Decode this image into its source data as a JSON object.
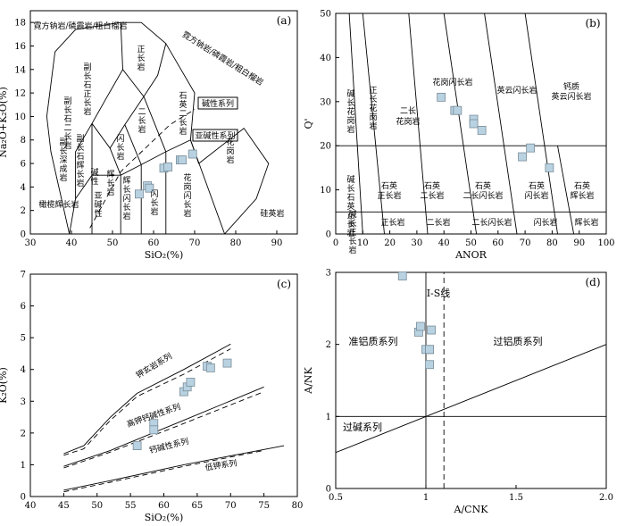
{
  "chart_data": [
    {
      "panel": "(a)",
      "type": "scatter",
      "xlabel": "SiO₂(%)",
      "ylabel": "Na₂O+K₂O(%)",
      "xlim": [
        30,
        95
      ],
      "ylim": [
        0,
        19
      ],
      "xticks": [
        30,
        40,
        50,
        60,
        70,
        80,
        90
      ],
      "yticks": [
        0,
        2,
        4,
        6,
        8,
        10,
        12,
        14,
        16,
        18
      ],
      "x": [
        56.5,
        58.5,
        59.0,
        62.5,
        63.5,
        66.5,
        67.0,
        69.5
      ],
      "y": [
        3.4,
        4.1,
        3.9,
        5.6,
        5.7,
        6.3,
        6.3,
        6.8
      ],
      "field_labels": [
        "霓方钠岩/磷霞岩/粗白榴岩",
        "副长石正长岩",
        "副长石二长岩",
        "副长石闪长岩",
        "副长深成岩",
        "副长石辉长岩",
        "正长岩",
        "石英二长岩",
        "二长岩",
        "二长闪长岩",
        "二长辉长岩",
        "辉长闪长岩",
        "闪长岩",
        "花岗闪长岩",
        "花岗岩",
        "橄榄辉长岩",
        "碱性",
        "亚碱性",
        "辉长岩",
        "硅英岩",
        "霓方钠岩/磷霞岩/粗白榴岩",
        "碱性系列",
        "亚碱性系列"
      ]
    },
    {
      "panel": "(b)",
      "type": "scatter",
      "xlabel": "ANOR",
      "ylabel": "Q'",
      "xlim": [
        0,
        100
      ],
      "ylim": [
        0,
        50
      ],
      "xticks": [
        0,
        10,
        20,
        30,
        40,
        50,
        60,
        70,
        80,
        90,
        100
      ],
      "yticks": [
        0,
        10,
        20,
        30,
        40,
        50
      ],
      "x": [
        39,
        44,
        45,
        51,
        51,
        54,
        69,
        72,
        79
      ],
      "y": [
        31,
        28,
        28,
        26,
        25,
        23.5,
        17.5,
        19.5,
        15
      ],
      "field_labels": [
        "碱长花岗岩",
        "正长花岗岩",
        "二长花岗岩",
        "花岗闪长岩",
        "英云闪长岩",
        "钙质英云闪长岩",
        "碱长石英正长岩",
        "石英正长岩",
        "石英二长岩",
        "石英二长闪长岩",
        "石英闪长岩",
        "石英辉长岩",
        "碱长正长岩",
        "正长岩",
        "二长岩",
        "二长闪长岩",
        "闪长岩",
        "辉长岩"
      ]
    },
    {
      "panel": "(c)",
      "type": "scatter",
      "xlabel": "SiO₂(%)",
      "ylabel": "K₂O(%)",
      "xlim": [
        40,
        80
      ],
      "ylim": [
        0,
        7
      ],
      "xticks": [
        40,
        45,
        50,
        55,
        60,
        65,
        70,
        75,
        80
      ],
      "yticks": [
        0,
        1,
        2,
        3,
        4,
        5,
        6,
        7
      ],
      "x": [
        56.0,
        58.5,
        58.5,
        63.0,
        63.5,
        64.0,
        66.5,
        67.0,
        69.5
      ],
      "y": [
        1.6,
        2.3,
        2.1,
        3.3,
        3.45,
        3.6,
        4.1,
        4.05,
        4.2
      ],
      "series_labels": [
        "钾玄岩系列",
        "高钾钙碱性系列",
        "钙碱性系列",
        "低钾系列"
      ]
    },
    {
      "panel": "(d)",
      "type": "scatter",
      "xlabel": "A/CNK",
      "ylabel": "A/NK",
      "xlim": [
        0.5,
        2.0
      ],
      "ylim": [
        0,
        3
      ],
      "xticks": [
        "0.5",
        "1",
        "1.5",
        "2.0"
      ],
      "yticks": [
        "0",
        "1",
        "2",
        "3"
      ],
      "x": [
        0.87,
        0.96,
        0.97,
        1.0,
        1.02,
        1.02,
        1.03,
        1.02
      ],
      "y": [
        2.95,
        2.17,
        2.25,
        1.93,
        1.93,
        1.72,
        2.2,
        1.93
      ],
      "field_labels": [
        "准铝质系列",
        "过铝质系列",
        "过碱系列",
        "I-S线"
      ]
    }
  ]
}
